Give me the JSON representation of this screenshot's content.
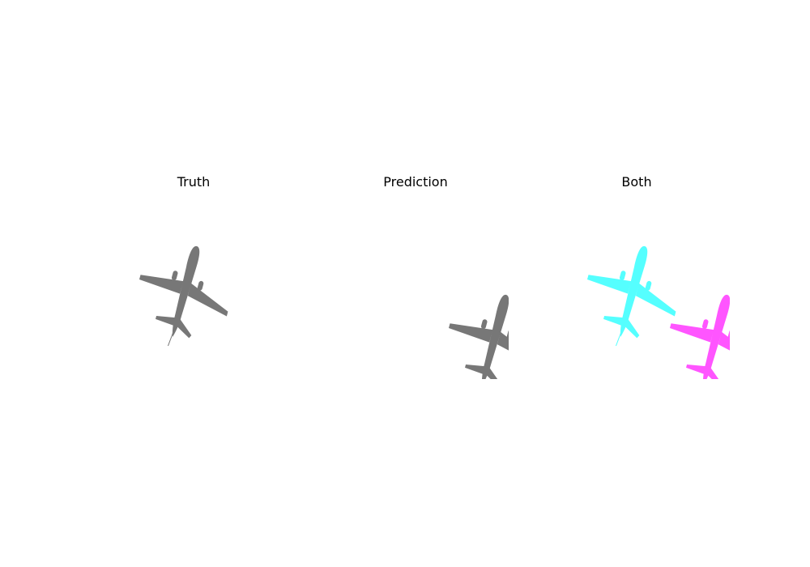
{
  "panels": {
    "truth": {
      "title": "Truth"
    },
    "prediction": {
      "title": "Prediction"
    },
    "both": {
      "title": "Both"
    }
  },
  "colors": {
    "mask_gray": "#777777",
    "truth_overlay": "#55ffff",
    "prediction_overlay": "#ff55ff"
  },
  "icons": {
    "truth_mask": "airplane-silhouette-icon",
    "prediction_mask": "airplane-silhouette-icon",
    "overlay_truth": "airplane-silhouette-icon",
    "overlay_prediction": "airplane-silhouette-icon"
  }
}
